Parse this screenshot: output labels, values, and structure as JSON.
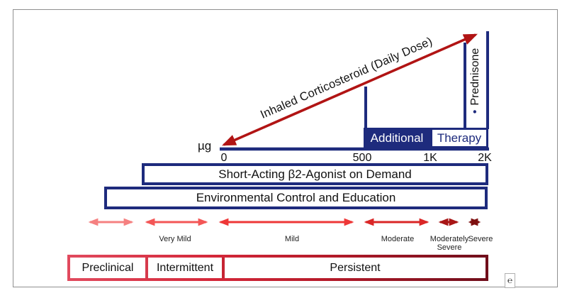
{
  "colors": {
    "navy": "#1e2b7d",
    "diagonal_arrow_red": "#b11414",
    "severity_arrow_colors": [
      "#f58080",
      "#f35656",
      "#ee3737",
      "#da2626",
      "#a81616",
      "#7d0f0f"
    ],
    "classification_border_left": "#e14a5e",
    "classification_border_right": "#6f0e1b"
  },
  "dose_axis": {
    "diagonal_label": "Inhaled Corticosteroid (Daily Dose)",
    "unit": "µg",
    "ticks": [
      "0",
      "500",
      "1K",
      "2K"
    ]
  },
  "therapy": {
    "additional": "Additional",
    "therapy": "Therapy",
    "prednisone_bullet": "•",
    "prednisone": "Prednisone"
  },
  "bars": {
    "saba": "Short-Acting β2-Agonist on Demand",
    "environment": "Environmental Control and Education"
  },
  "severity": {
    "very_mild": "Very Mild",
    "mild": "Mild",
    "moderate": "Moderate",
    "moderately_severe": "Moderately Severe",
    "severe": "Severe"
  },
  "classification": {
    "preclinical": "Preclinical",
    "intermittent": "Intermittent",
    "persistent": "Persistent"
  },
  "logo_glyph": "℮"
}
